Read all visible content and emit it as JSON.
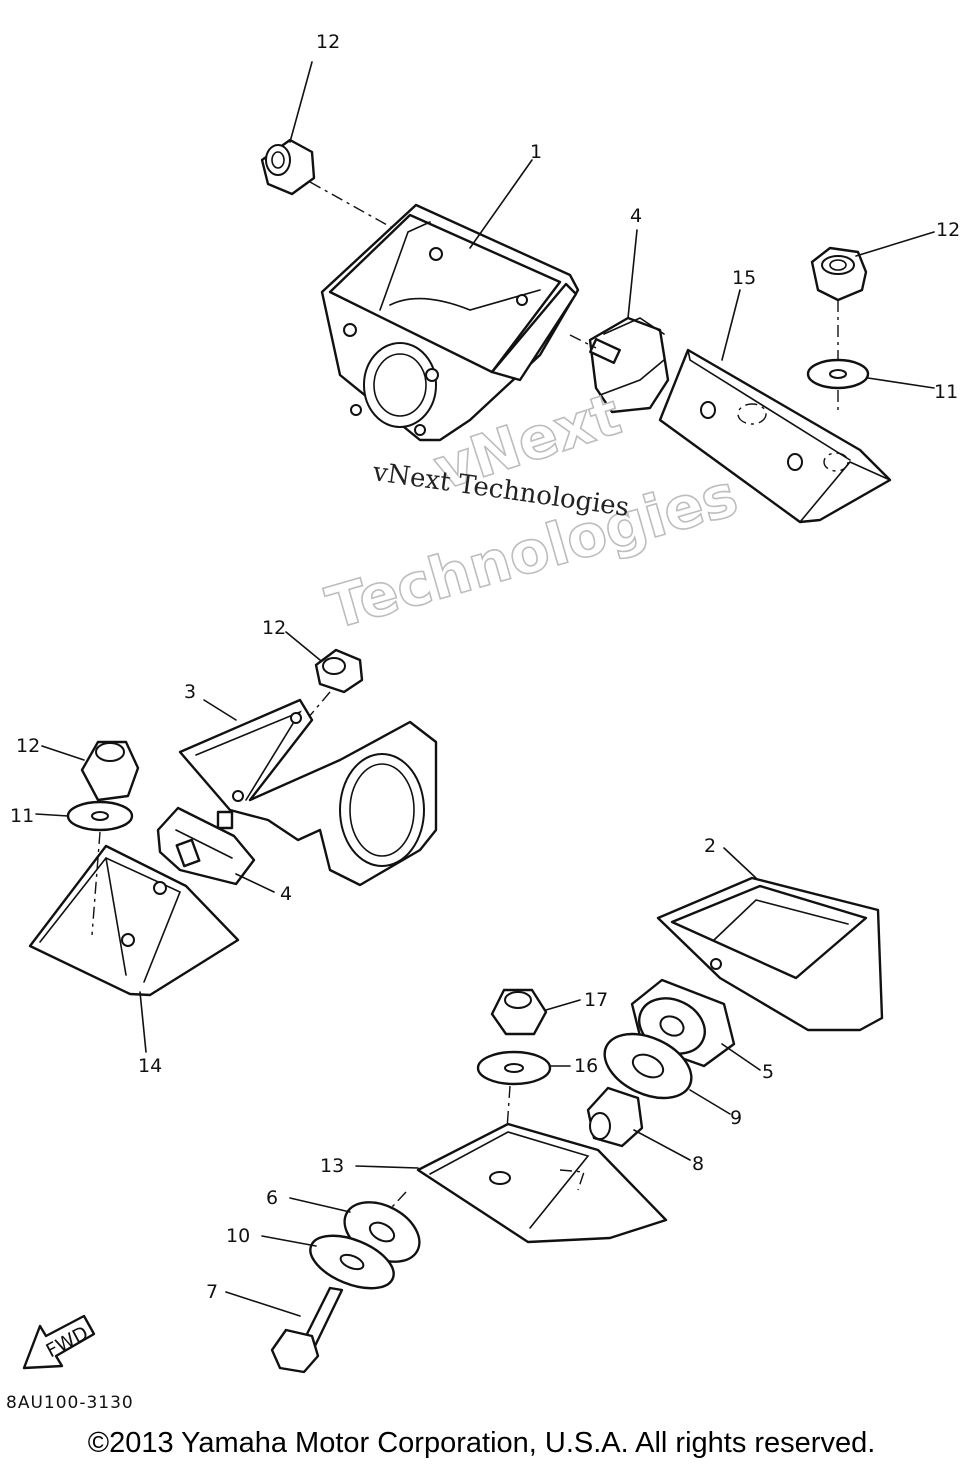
{
  "watermark": {
    "line": "vNext Technologies",
    "big_top": "vNext",
    "big_bottom": "Technologies"
  },
  "callouts": [
    {
      "id": "c12a",
      "text": "12"
    },
    {
      "id": "c1",
      "text": "1"
    },
    {
      "id": "c4a",
      "text": "4"
    },
    {
      "id": "c15",
      "text": "15"
    },
    {
      "id": "c12b",
      "text": "12"
    },
    {
      "id": "c11a",
      "text": "11"
    },
    {
      "id": "c12c",
      "text": "12"
    },
    {
      "id": "c3",
      "text": "3"
    },
    {
      "id": "c12d",
      "text": "12"
    },
    {
      "id": "c11b",
      "text": "11"
    },
    {
      "id": "c4b",
      "text": "4"
    },
    {
      "id": "c14",
      "text": "14"
    },
    {
      "id": "c2",
      "text": "2"
    },
    {
      "id": "c17",
      "text": "17"
    },
    {
      "id": "c5",
      "text": "5"
    },
    {
      "id": "c16",
      "text": "16"
    },
    {
      "id": "c9",
      "text": "9"
    },
    {
      "id": "c8",
      "text": "8"
    },
    {
      "id": "c13",
      "text": "13"
    },
    {
      "id": "c6",
      "text": "6"
    },
    {
      "id": "c10",
      "text": "10"
    },
    {
      "id": "c7",
      "text": "7"
    }
  ],
  "fwd_arrow_label": "FWD",
  "drawing_code": "8AU100-3130",
  "copyright": "©2013 Yamaha Motor Corporation, U.S.A. All rights reserved."
}
